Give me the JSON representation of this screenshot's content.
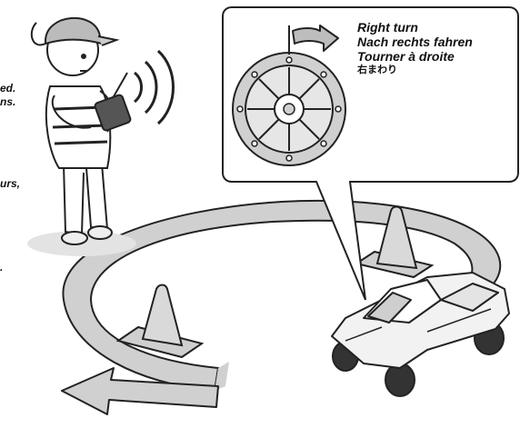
{
  "callout": {
    "line_en": "Right turn",
    "line_de": "Nach rechts fahren",
    "line_fr": "Tourner à droite",
    "line_jp": "右まわり"
  },
  "left_text_fragments": {
    "frag1": "ed.",
    "frag2": "ns.",
    "frag3": "urs,",
    "frag4": "."
  },
  "icons": [
    "steering-wheel-icon",
    "turn-direction-arrow-icon",
    "child-operator",
    "transmitter",
    "signal-waves",
    "traffic-cone",
    "rc-car",
    "circular-path-arrow"
  ],
  "colors": {
    "path_fill": "#d0d0d0",
    "cone_fill": "#d9d9d9",
    "line": "#222222",
    "background": "#ffffff"
  }
}
